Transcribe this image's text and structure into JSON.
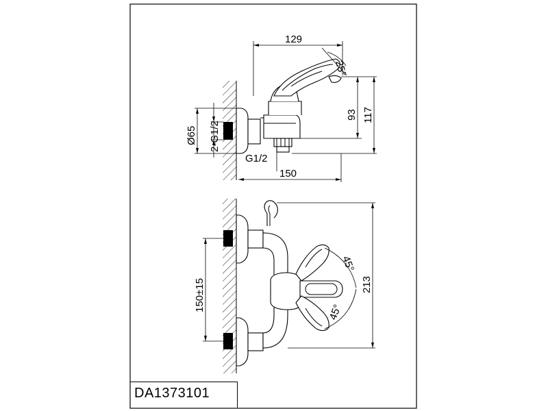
{
  "model_code": "DA1373101",
  "top_view": {
    "dim_width_top": "129",
    "dim_handle_angle": "25°",
    "dim_height_93": "93",
    "dim_height_117": "117",
    "dim_diameter": "Ø65",
    "dim_inlet_thread": "2-G1/2",
    "dim_outlet_thread": "G1/2",
    "dim_depth": "150"
  },
  "front_view": {
    "dim_centers": "150±15",
    "dim_height": "213",
    "dim_angle_upper": "45°",
    "dim_angle_lower": "45°"
  }
}
